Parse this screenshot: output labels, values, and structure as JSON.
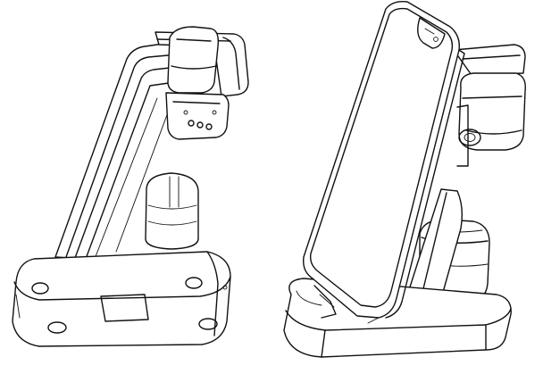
{
  "figure": {
    "line_color": "#111111",
    "background": "#ffffff",
    "views": [
      {
        "id": "rear-view",
        "parts": [
          "base",
          "pillar",
          "watch-holder",
          "earbuds-case"
        ]
      },
      {
        "id": "front-view",
        "parts": [
          "base",
          "phone",
          "watch-holder",
          "earbuds-case"
        ]
      }
    ]
  }
}
